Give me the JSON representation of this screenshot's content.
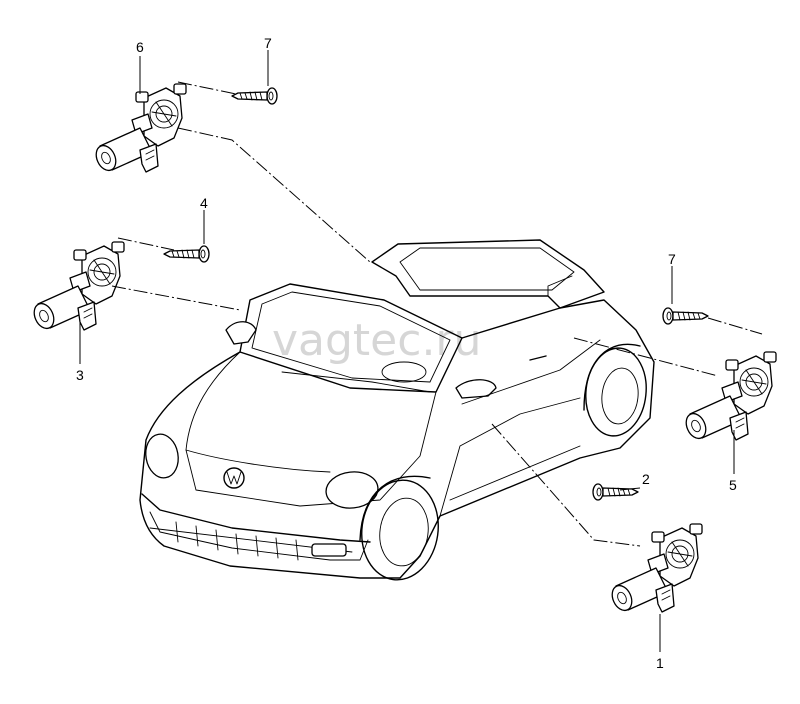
{
  "watermark": "vagtec.ru",
  "callouts": {
    "motor_front_right": "1",
    "screw_front_right": "2",
    "motor_rear_left": "3",
    "screw_rear_left": "4",
    "motor_rear_right": "5",
    "motor_front_left": "6",
    "screw_front_left": "7",
    "screw_rear_right": "7"
  }
}
